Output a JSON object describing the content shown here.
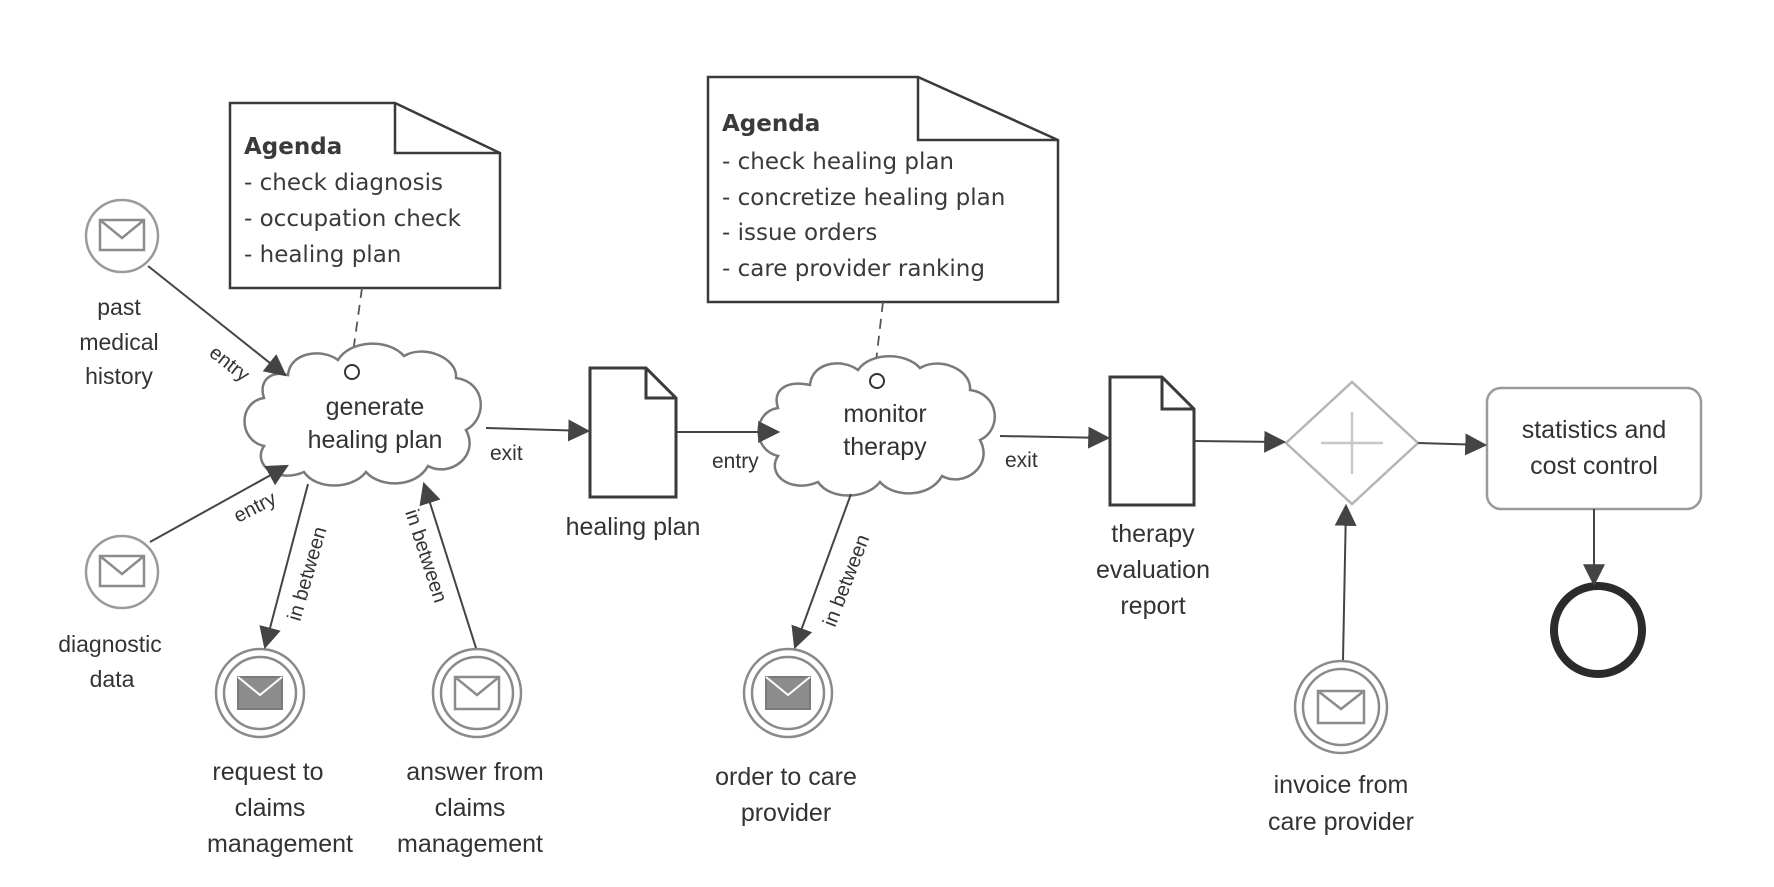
{
  "notes": {
    "generate": {
      "title": "Agenda",
      "items": [
        "- check diagnosis",
        "- occupation check",
        "- healing plan"
      ]
    },
    "monitor": {
      "title": "Agenda",
      "items": [
        "- check healing plan",
        "- concretize healing plan",
        "- issue orders",
        "- care provider ranking"
      ]
    }
  },
  "activities": {
    "generate": {
      "lines": [
        "generate",
        "healing plan"
      ]
    },
    "monitor": {
      "lines": [
        "monitor",
        "therapy"
      ]
    }
  },
  "documents": {
    "healing_plan": {
      "lines": [
        "healing plan"
      ]
    },
    "therapy_report": {
      "lines": [
        "therapy",
        "evaluation",
        "report"
      ]
    }
  },
  "events": {
    "past_history": {
      "lines": [
        "past",
        "medical",
        "history"
      ],
      "kind": "envelope-icon"
    },
    "diagnostic_data": {
      "lines": [
        "diagnostic",
        "data"
      ],
      "kind": "envelope-icon"
    },
    "request_claims": {
      "lines": [
        "request to",
        "claims",
        "management"
      ],
      "kind": "filled-envelope-icon"
    },
    "answer_claims": {
      "lines": [
        "answer from",
        "claims",
        "management"
      ],
      "kind": "envelope-icon"
    },
    "order_provider": {
      "lines": [
        "order to care",
        "provider"
      ],
      "kind": "filled-envelope-icon"
    },
    "invoice_provider": {
      "lines": [
        "invoice from",
        "care provider"
      ],
      "kind": "envelope-icon"
    }
  },
  "task": {
    "lines": [
      "statistics and",
      "cost control"
    ]
  },
  "edge_labels": {
    "entry_past": "entry",
    "entry_diag": "entry",
    "exit_generate": "exit",
    "in_between_request": "in between",
    "in_between_answer": "in between",
    "entry_monitor": "entry",
    "exit_monitor": "exit",
    "in_between_order": "in between"
  },
  "colors": {
    "stroke": "#444444",
    "light_stroke": "#9a9a9a",
    "text": "#333333",
    "envelope_fill": "#8c8c8c",
    "end_event": "#2b2b2b"
  }
}
